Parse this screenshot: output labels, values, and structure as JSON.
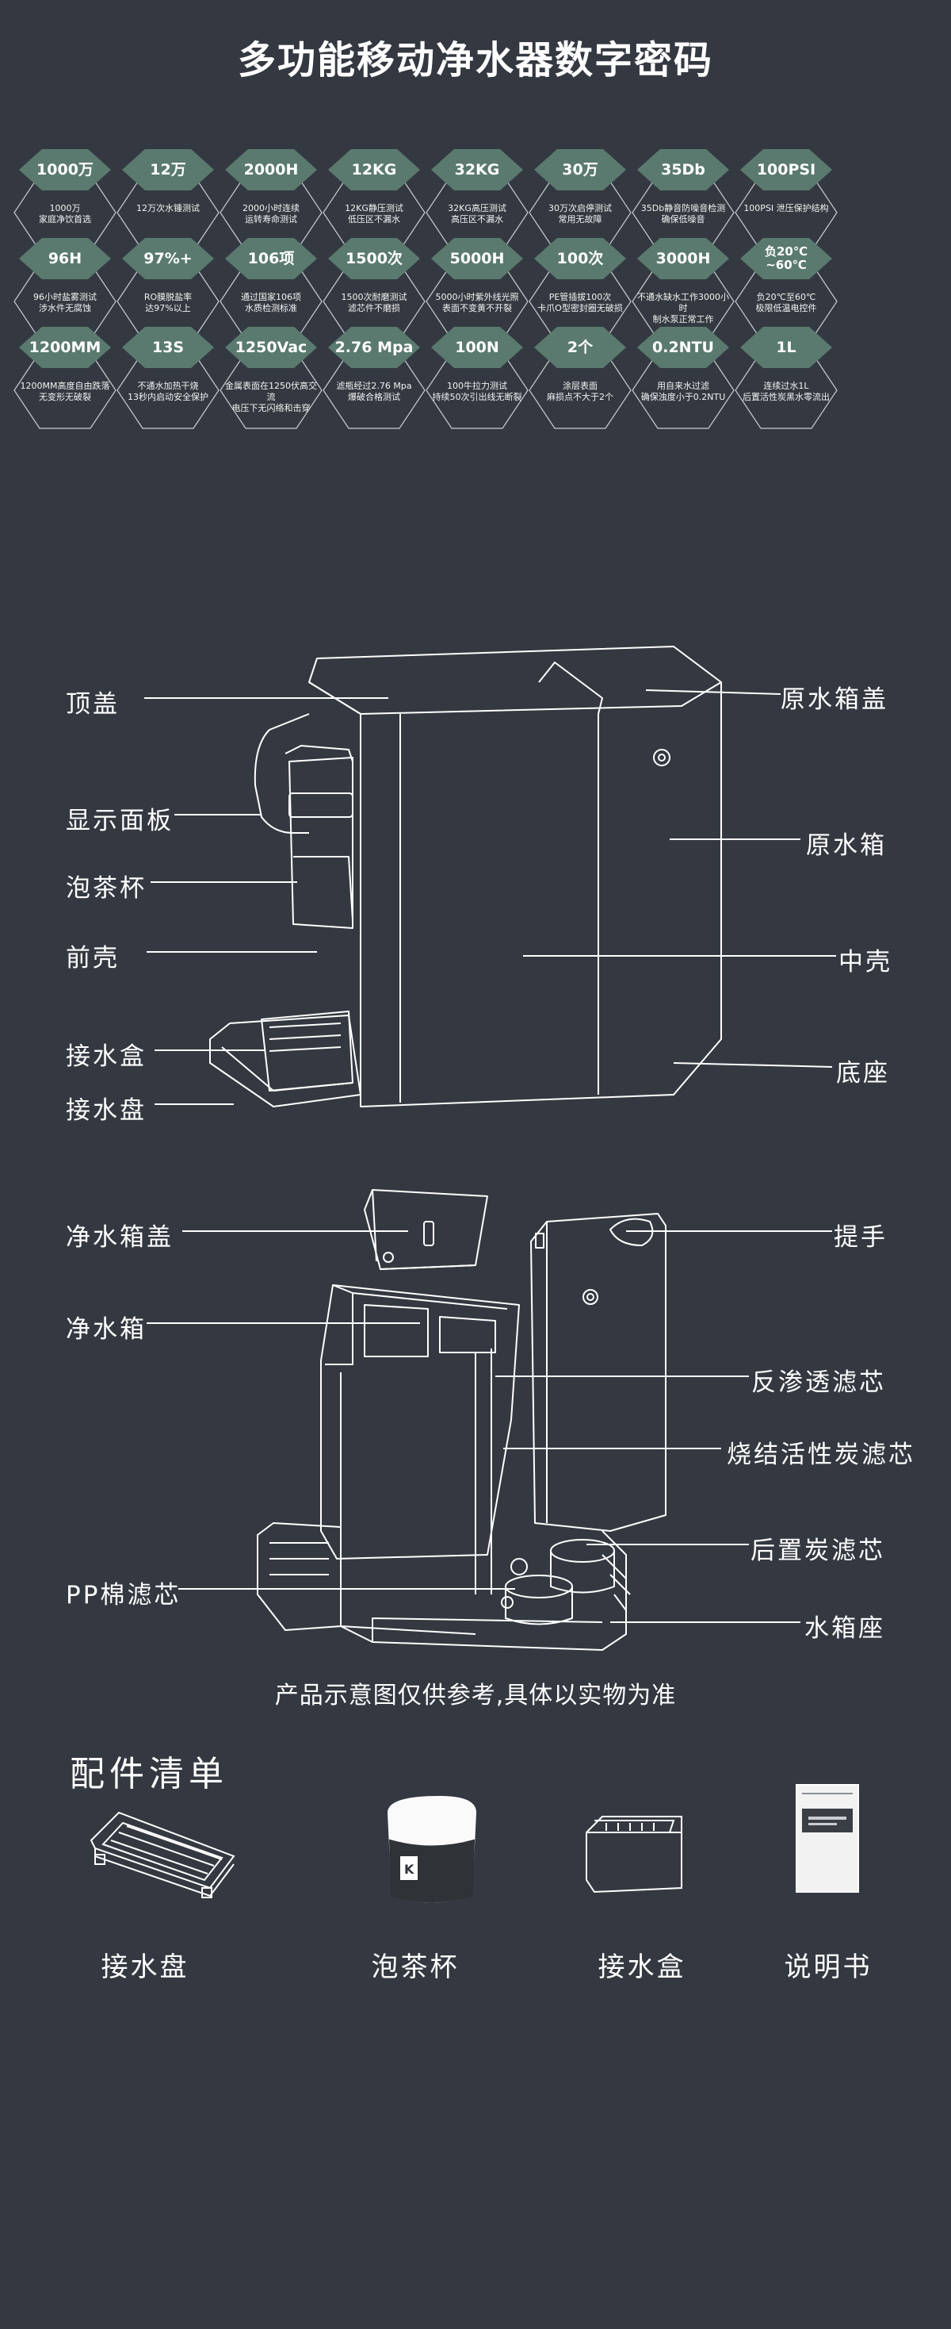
{
  "title": "多功能移动净水器数字密码",
  "specs": [
    {
      "head": "1000万",
      "desc": "1000万\n家庭净饮首选"
    },
    {
      "head": "12万",
      "desc": "12万次水锤测试"
    },
    {
      "head": "2000H",
      "desc": "2000小时连续\n运转寿命测试"
    },
    {
      "head": "12KG",
      "desc": "12KG静压测试\n低压区不漏水"
    },
    {
      "head": "32KG",
      "desc": "32KG高压测试\n高压区不漏水"
    },
    {
      "head": "30万",
      "desc": "30万次启停测试\n常用无故障"
    },
    {
      "head": "35Db",
      "desc": "35Db静音防噪音检测\n确保低噪音"
    },
    {
      "head": "100PSI",
      "desc": "100PSI 泄压保护结构"
    },
    {
      "head": "96H",
      "desc": "96小时盐雾测试\n涉水件无腐蚀"
    },
    {
      "head": "97%+",
      "desc": "RO膜脱盐率\n达97%以上"
    },
    {
      "head": "106项",
      "desc": "通过国家106项\n水质检测标准"
    },
    {
      "head": "1500次",
      "desc": "1500次耐磨测试\n滤芯件不磨损"
    },
    {
      "head": "5000H",
      "desc": "5000小时紫外线光照\n表面不变黄不开裂"
    },
    {
      "head": "100次",
      "desc": "PE管插拔100次\n卡爪O型密封圈无破损"
    },
    {
      "head": "3000H",
      "desc": "不通水缺水工作3000小时\n制水泵正常工作"
    },
    {
      "head": "负20℃\n~60℃",
      "desc": "负20℃至60℃\n极限低温电控件"
    },
    {
      "head": "1200MM",
      "desc": "1200MM高度自由跌落\n无变形无破裂"
    },
    {
      "head": "13S",
      "desc": "不通水加热干烧\n13秒内启动安全保护"
    },
    {
      "head": "1250Vac",
      "desc": "金属表面在1250伏高交流\n电压下无闪络和击穿"
    },
    {
      "head": "2.76 Mpa",
      "desc": "滤瓶经过2.76 Mpa\n爆破合格测试"
    },
    {
      "head": "100N",
      "desc": "100牛拉力测试\n持续50次引出线无断裂"
    },
    {
      "head": "2个",
      "desc": "涂层表面\n麻损点不大于2个"
    },
    {
      "head": "0.2NTU",
      "desc": "用自来水过滤\n确保浊度小于0.2NTU"
    },
    {
      "head": "1L",
      "desc": "连续过水1L\n后置活性炭黑水零流出"
    }
  ],
  "diagram1": {
    "labels": {
      "top_cover": "顶盖",
      "display_panel": "显示面板",
      "tea_cup": "泡茶杯",
      "front_shell": "前壳",
      "drip_box": "接水盒",
      "drip_tray": "接水盘",
      "raw_tank_cover": "原水箱盖",
      "raw_tank": "原水箱",
      "middle_shell": "中壳",
      "base": "底座"
    }
  },
  "diagram2": {
    "labels": {
      "pure_tank_cover": "净水箱盖",
      "pure_tank": "净水箱",
      "pp_filter": "PP棉滤芯",
      "handle": "提手",
      "ro_filter": "反渗透滤芯",
      "carbon_filter": "烧结活性炭滤芯",
      "post_carbon": "后置炭滤芯",
      "tank_seat": "水箱座"
    }
  },
  "note": "产品示意图仅供参考,具体以实物为准",
  "accessories": {
    "title": "配件清单",
    "items": [
      "接水盘",
      "泡茶杯",
      "接水盒",
      "说明书"
    ]
  }
}
